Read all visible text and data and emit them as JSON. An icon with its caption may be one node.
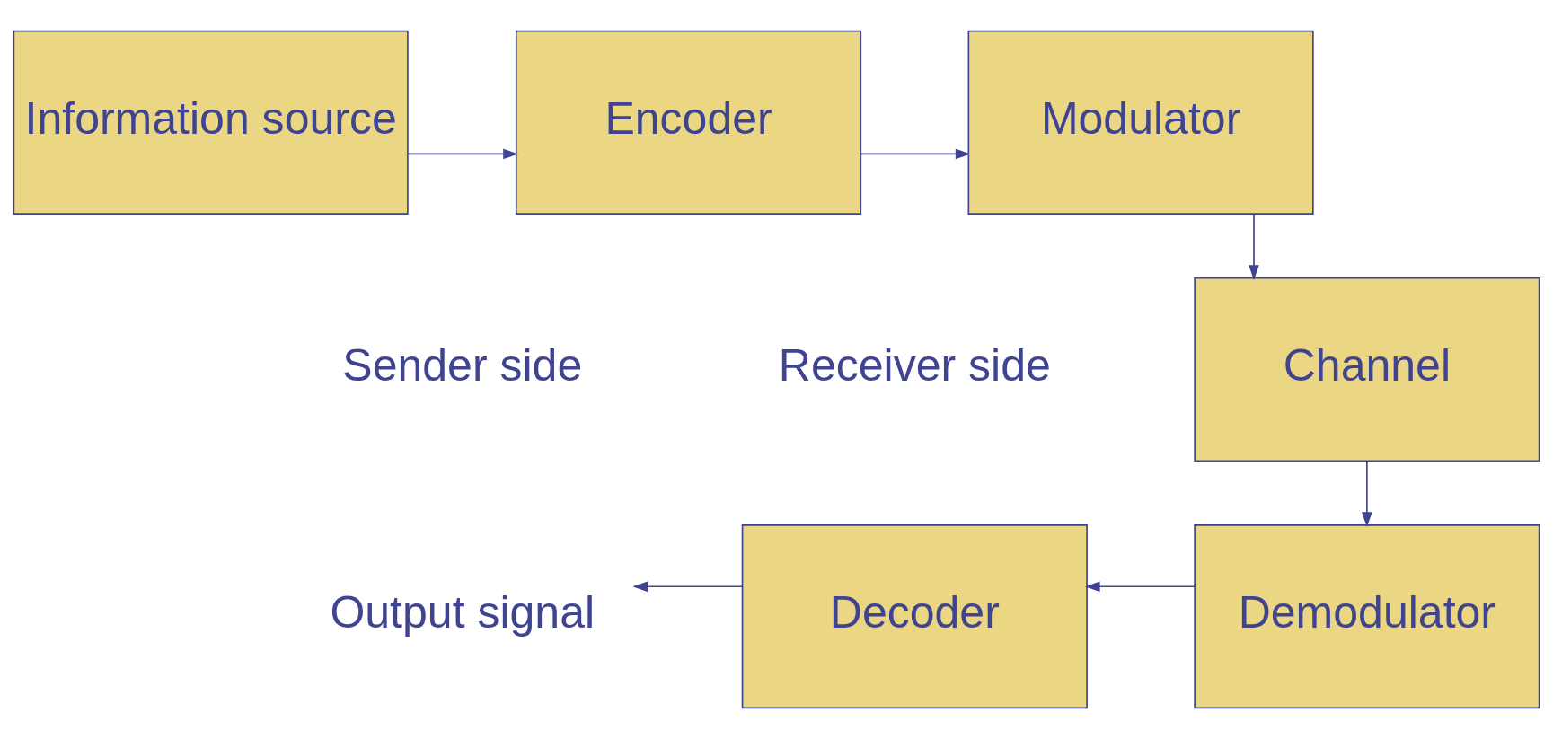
{
  "diagram": {
    "nodes": [
      {
        "text": [
          "Information source"
        ]
      },
      {
        "text": [
          "Encoder"
        ]
      },
      {
        "text": [
          "Modulator"
        ]
      },
      {
        "text": [
          "Channel"
        ]
      },
      {
        "text": [
          "Demodulator"
        ]
      },
      {
        "text": [
          "Decoder"
        ]
      },
      {
        "text": [
          "Output signal"
        ]
      }
    ],
    "edges": [
      {
        "from": 0,
        "to": 1,
        "arrow": "to"
      },
      {
        "from": 1,
        "to": 2,
        "arrow": "to"
      },
      {
        "from": 2,
        "to": 3,
        "arrow": "to"
      },
      {
        "from": 3,
        "to": 4,
        "arrow": "to"
      },
      {
        "from": 4,
        "to": 5,
        "arrow": "to"
      },
      {
        "from": 5,
        "to": 6,
        "arrow": "to"
      }
    ],
    "labels": [
      "Sender side",
      "Receiver side"
    ]
  }
}
